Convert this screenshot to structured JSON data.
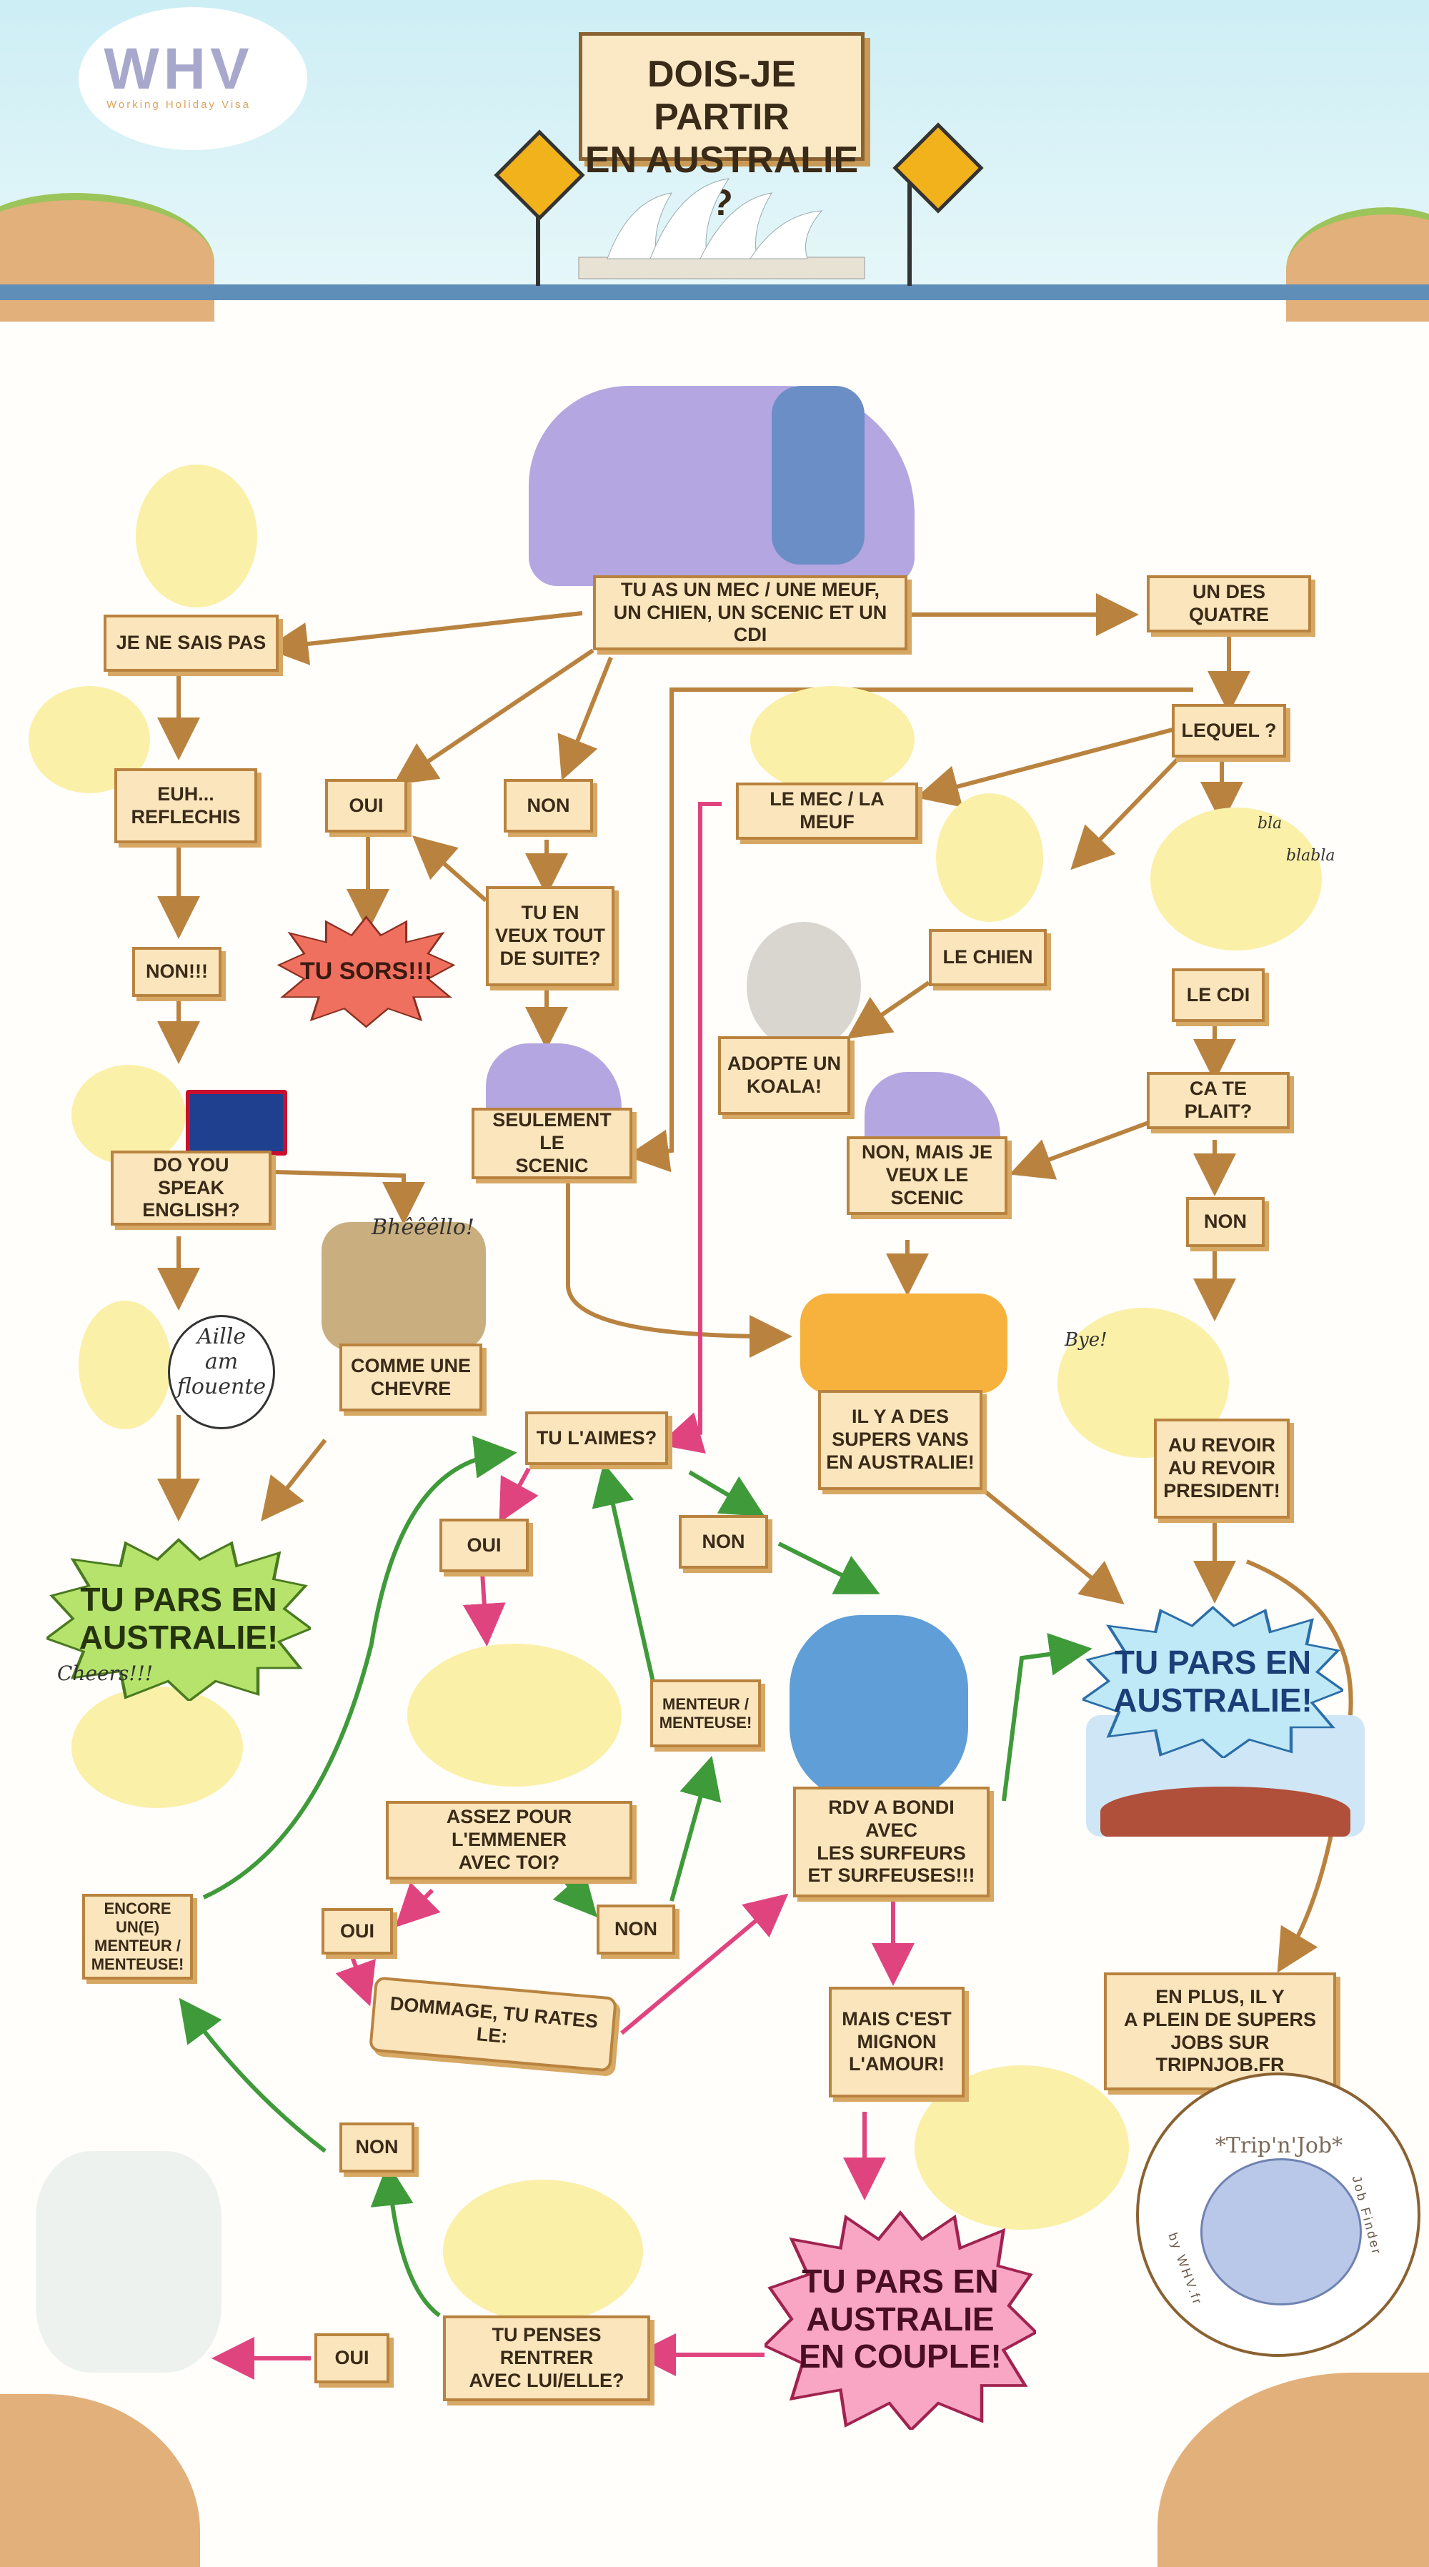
{
  "logo": {
    "text": "WHV",
    "subtitle": "Working Holiday Visa"
  },
  "title": {
    "line1": "DOIS-JE PARTIR",
    "line2": "EN AUSTRALIE ?"
  },
  "boxes": {
    "start": "TU AS UN MEC / UNE MEUF,\nUN CHIEN, UN SCENIC ET UN CDI",
    "je_ne_sais_pas": "JE NE SAIS PAS",
    "un_des_quatre": "UN DES QUATRE",
    "euh": "EUH...\nREFLECHIS",
    "non_excl": "NON!!!",
    "do_you_speak": "DO YOU SPEAK\nENGLISH?",
    "comme_une_chevre": "COMME UNE\nCHEVRE",
    "oui_1": "OUI",
    "non_1": "NON",
    "tu_en_veux": "TU EN\nVEUX TOUT\nDE SUITE?",
    "seulement_scenic": "SEULEMENT LE\nSCENIC",
    "lequel": "LEQUEL ?",
    "le_mec": "LE MEC / LA MEUF",
    "le_chien": "LE CHIEN",
    "le_cdi": "LE CDI",
    "adopte": "ADOPTE UN\nKOALA!",
    "ca_te_plait": "CA TE PLAIT?",
    "non_mais": "NON, MAIS JE\nVEUX LE SCENIC",
    "non_2": "NON",
    "il_y_a_vans": "IL Y A DES\nSUPERS VANS\nEN AUSTRALIE!",
    "au_revoir": "AU REVOIR\nAU REVOIR\nPRESIDENT!",
    "tu_laimes": "TU L'AIMES?",
    "oui_2": "OUI",
    "non_3": "NON",
    "menteur": "MENTEUR /\nMENTEUSE!",
    "assez_pour": "ASSEZ POUR L'EMMENER\nAVEC TOI?",
    "encore": "ENCORE UN(E)\nMENTEUR /\nMENTEUSE!",
    "oui_3": "OUI",
    "non_4": "NON",
    "dommage": "DOMMAGE, TU RATES LE:",
    "rdv_bondi": "RDV A BONDI AVEC\nLES SURFEURS\nET SURFEUSES!!!",
    "en_plus": "EN PLUS, IL Y\nA PLEIN DE SUPERS\nJOBS SUR TRIPNJOB.FR",
    "mais_cest": "MAIS C'EST\nMIGNON\nL'AMOUR!",
    "non_5": "NON",
    "tu_penses": "TU PENSES RENTRER\nAVEC LUI/ELLE?",
    "oui_4": "OUI"
  },
  "stars": {
    "tu_sors": "TU SORS!!!",
    "pars_green": "TU PARS EN\nAUSTRALIE!",
    "pars_blue": "TU PARS EN\nAUSTRALIE!",
    "pars_couple": "TU PARS EN\nAUSTRALIE\nEN COUPLE!"
  },
  "speech": {
    "aille": "Aille\nam\nflouente",
    "bheeello": "Bhêêêllo!",
    "cheers": "Cheers!!!",
    "bye": "Bye!",
    "bla": "bla",
    "blabla": "blabla"
  },
  "tripnjob": {
    "name": "*Trip'n'Job*",
    "left": "by WHV.fr",
    "right": "Job Finder"
  },
  "colors": {
    "box_fill": "#fbe5bd",
    "box_border": "#b9833f",
    "arrow_brown": "#b9833f",
    "arrow_green": "#3f9a3a",
    "arrow_pink": "#e0447f",
    "star_red": "#f07060",
    "star_green": "#b6e36b",
    "star_blue": "#bfe9f7",
    "star_pink": "#f8a6c4"
  }
}
